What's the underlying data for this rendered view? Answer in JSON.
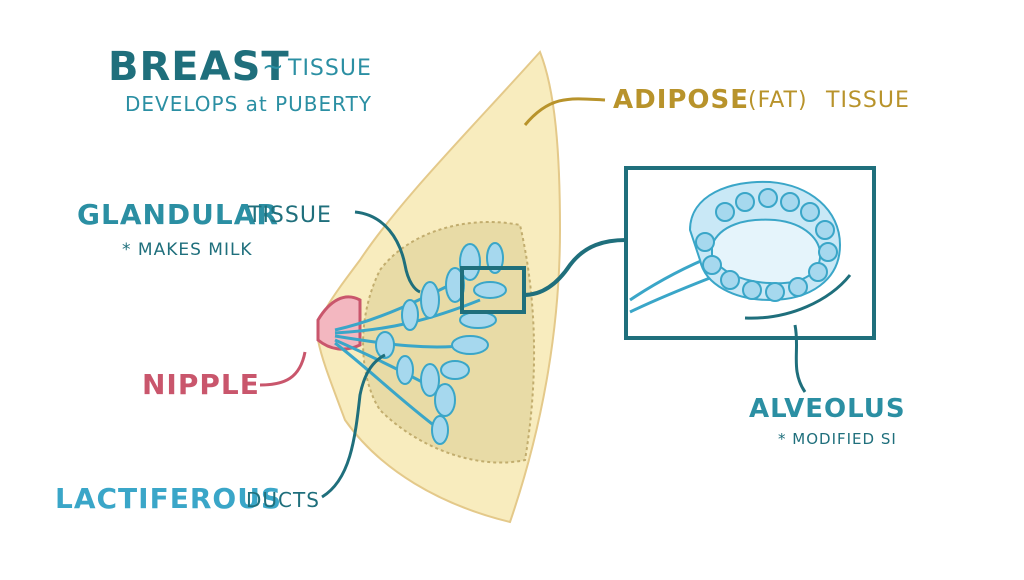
{
  "title": {
    "main": "BREAST",
    "tilde": "~",
    "suffix": "TISSUE",
    "subtitle": "DEVELOPS at PUBERTY"
  },
  "labels": {
    "adipose_main": "ADIPOSE",
    "adipose_fat": "(FAT)",
    "adipose_tissue": "TISSUE",
    "glandular_main": "GLANDULAR",
    "glandular_tissue": "TISSUE",
    "glandular_note": "* MAKES MILK",
    "nipple": "NIPPLE",
    "lactiferous_main": "LACTIFEROUS",
    "lactiferous_ducts": "DUCTS",
    "alveolus": "ALVEOLUS",
    "alveolus_note": "* MODIFIED SI"
  },
  "colors": {
    "teal_dark": "#1f6f7c",
    "teal": "#2b8fa3",
    "light_blue": "#3aa6c8",
    "gold": "#b8932b",
    "pink": "#c9566c",
    "breast_fill": "#f8ecbe",
    "gland_fill": "#e8dba6",
    "lobule_fill": "#a6d8ee"
  }
}
